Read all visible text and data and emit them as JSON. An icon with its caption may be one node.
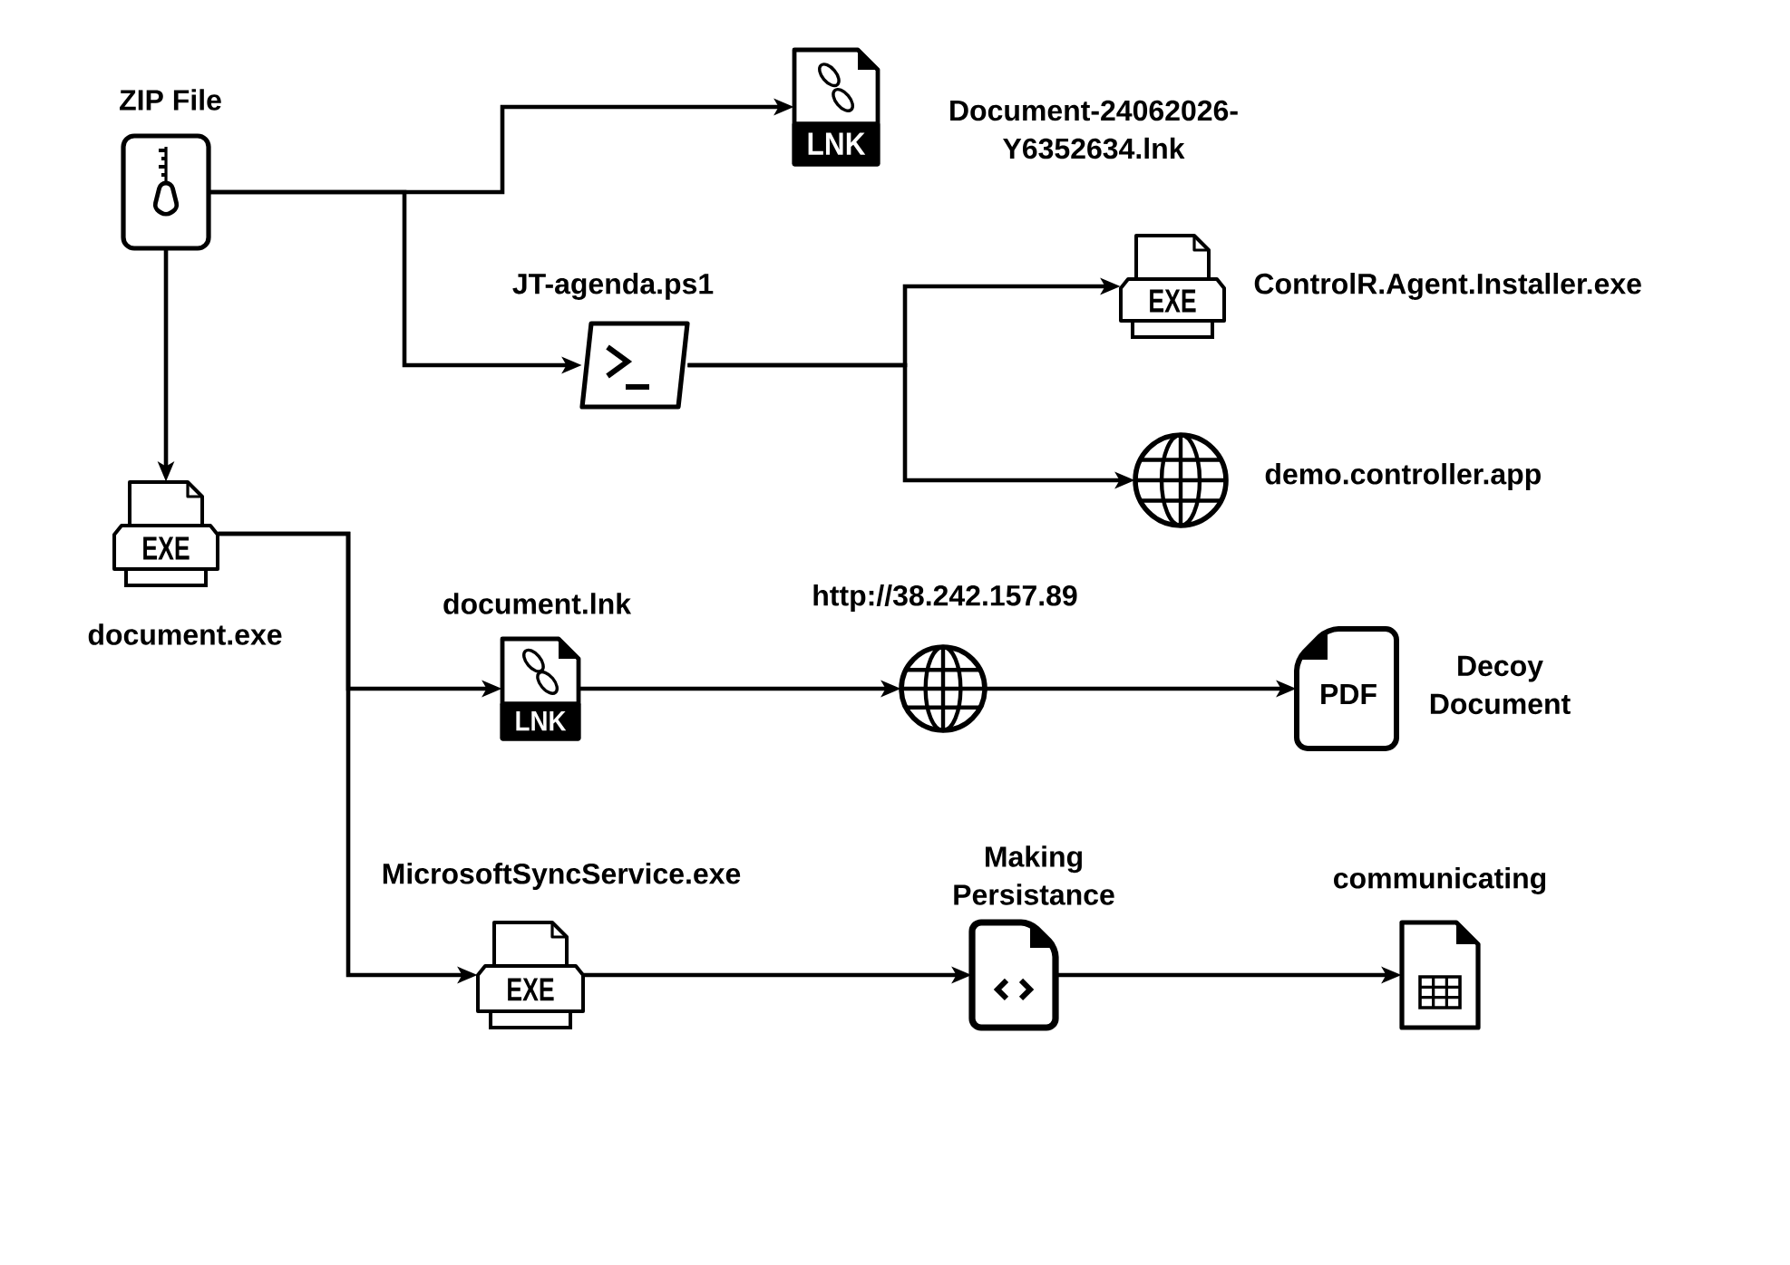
{
  "diagram": {
    "nodes": [
      {
        "text": [
          "ZIP File"
        ]
      },
      {
        "text": [
          "LNK",
          "Document-24062026- Y6352634.lnk"
        ]
      },
      {
        "text": [
          "JT-agenda.ps1"
        ]
      },
      {
        "text": [
          "EXE",
          "ControlR.Agent.Installer.exe"
        ]
      },
      {
        "text": [
          "demo.controller.app"
        ]
      },
      {
        "text": [
          "EXE",
          "document.exe"
        ]
      },
      {
        "text": [
          "document.lnk",
          "LNK"
        ]
      },
      {
        "text": [
          "http://38.242.157.89"
        ]
      },
      {
        "text": [
          "PDF",
          "Decoy Document"
        ]
      },
      {
        "text": [
          "MicrosoftSyncService.exe",
          "EXE"
        ]
      },
      {
        "text": [
          "Making Persistance"
        ]
      },
      {
        "text": [
          "communicating"
        ]
      }
    ],
    "edges": [
      {
        "from": 0,
        "to": 1,
        "arrow": "to"
      },
      {
        "from": 0,
        "to": 2,
        "arrow": "to"
      },
      {
        "from": 0,
        "to": 5,
        "arrow": "to"
      },
      {
        "from": 2,
        "to": 3,
        "arrow": "to"
      },
      {
        "from": 2,
        "to": 4,
        "arrow": "to"
      },
      {
        "from": 5,
        "to": 6,
        "arrow": "to"
      },
      {
        "from": 5,
        "to": 9,
        "arrow": "to"
      },
      {
        "from": 6,
        "to": 7,
        "arrow": "to"
      },
      {
        "from": 7,
        "to": 8,
        "arrow": "to"
      },
      {
        "from": 9,
        "to": 10,
        "arrow": "to"
      },
      {
        "from": 10,
        "to": 11,
        "arrow": "to"
      }
    ]
  }
}
